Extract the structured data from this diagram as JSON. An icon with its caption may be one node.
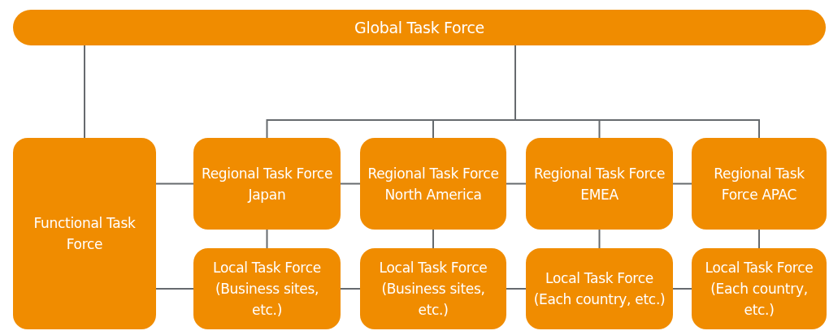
{
  "diagram": {
    "nodes": [
      {
        "text": [
          "Global Task Force"
        ]
      },
      {
        "text": [
          "Functional Task Force"
        ]
      },
      {
        "text": [
          "Regional Task Force Japan"
        ]
      },
      {
        "text": [
          "Regional Task Force North America"
        ]
      },
      {
        "text": [
          "Regional Task Force EMEA"
        ]
      },
      {
        "text": [
          "Regional Task Force APAC"
        ]
      },
      {
        "text": [
          "Local Task Force (Business sites, etc.)"
        ]
      },
      {
        "text": [
          "Local Task Force (Business sites, etc.)"
        ]
      },
      {
        "text": [
          "Local Task Force (Each country, etc.)"
        ]
      },
      {
        "text": [
          "Local Task Force (Each country, etc.)"
        ]
      }
    ],
    "edges": [
      {
        "from": 0,
        "to": 1,
        "arrow": "none"
      },
      {
        "from": 0,
        "to": 2,
        "arrow": "none"
      },
      {
        "from": 0,
        "to": 3,
        "arrow": "none"
      },
      {
        "from": 0,
        "to": 4,
        "arrow": "none"
      },
      {
        "from": 0,
        "to": 5,
        "arrow": "none"
      },
      {
        "from": 1,
        "to": 2,
        "arrow": "none"
      },
      {
        "from": 2,
        "to": 3,
        "arrow": "none"
      },
      {
        "from": 3,
        "to": 4,
        "arrow": "none"
      },
      {
        "from": 4,
        "to": 5,
        "arrow": "none"
      },
      {
        "from": 1,
        "to": 6,
        "arrow": "none"
      },
      {
        "from": 6,
        "to": 7,
        "arrow": "none"
      },
      {
        "from": 7,
        "to": 8,
        "arrow": "none"
      },
      {
        "from": 8,
        "to": 9,
        "arrow": "none"
      },
      {
        "from": 2,
        "to": 6,
        "arrow": "none"
      },
      {
        "from": 3,
        "to": 7,
        "arrow": "none"
      },
      {
        "from": 4,
        "to": 8,
        "arrow": "none"
      },
      {
        "from": 5,
        "to": 9,
        "arrow": "none"
      }
    ]
  }
}
